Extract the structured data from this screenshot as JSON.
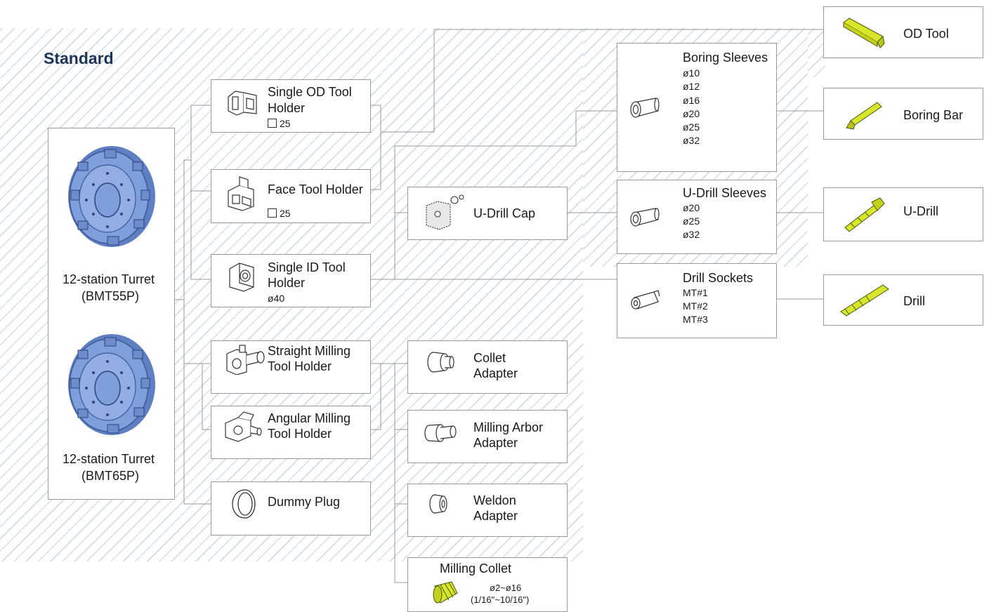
{
  "title": "Standard",
  "turrets": [
    {
      "line1": "12-station Turret",
      "line2": "(BMT55P)"
    },
    {
      "line1": "12-station Turret",
      "line2": "(BMT65P)"
    }
  ],
  "holders": {
    "single_od": {
      "line1": "Single OD Tool",
      "line2": "Holder",
      "spec": "25"
    },
    "face": {
      "label": "Face Tool Holder",
      "spec": "25"
    },
    "single_id": {
      "line1": "Single ID Tool",
      "line2": "Holder",
      "spec": "ø40"
    },
    "straight_milling": {
      "line1": "Straight Milling",
      "line2": "Tool Holder"
    },
    "angular_milling": {
      "line1": "Angular Milling",
      "line2": "Tool Holder"
    },
    "dummy_plug": {
      "label": "Dummy Plug"
    }
  },
  "udrill_cap": {
    "label": "U-Drill Cap"
  },
  "adapters": {
    "collet": {
      "line1": "Collet",
      "line2": "Adapter"
    },
    "milling_arbor": {
      "line1": "Milling Arbor",
      "line2": "Adapter"
    },
    "weldon": {
      "line1": "Weldon",
      "line2": "Adapter"
    },
    "milling_collet": {
      "label": "Milling Collet",
      "spec1": "ø2~ø16",
      "spec2": "(1/16\"~10/16\")"
    }
  },
  "sleeves": {
    "boring": {
      "label": "Boring Sleeves",
      "sizes": [
        "ø10",
        "ø12",
        "ø16",
        "ø20",
        "ø25",
        "ø32"
      ]
    },
    "udrill": {
      "label": "U-Drill Sleeves",
      "sizes": [
        "ø20",
        "ø25",
        "ø32"
      ]
    },
    "drill_sockets": {
      "label": "Drill Sockets",
      "sizes": [
        "MT#1",
        "MT#2",
        "MT#3"
      ]
    }
  },
  "tools": {
    "od_tool": {
      "label": "OD Tool"
    },
    "boring_bar": {
      "label": "Boring Bar"
    },
    "udrill": {
      "label": "U-Drill"
    },
    "drill": {
      "label": "Drill"
    }
  },
  "colors": {
    "turret_blue": "#7f9fdc",
    "tool_yellow": "#d8e62a",
    "hatch": "#c9d4e3",
    "line": "#9a9a9a",
    "title": "#1d3557"
  }
}
